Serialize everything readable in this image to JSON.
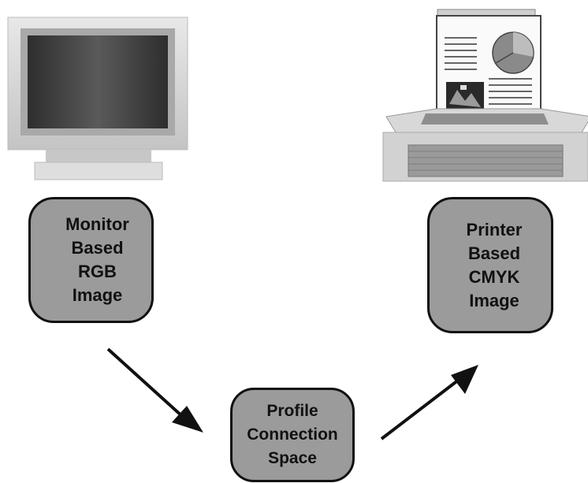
{
  "boxes": {
    "monitor": {
      "lines": [
        "Monitor",
        "Based",
        "RGB",
        "Image"
      ]
    },
    "printer": {
      "lines": [
        "Printer",
        "Based",
        "CMYK",
        "Image"
      ]
    },
    "pcs": {
      "lines": [
        "Profile",
        "Connection",
        "Space"
      ]
    }
  },
  "icons": {
    "monitor": "crt-monitor-icon",
    "printer": "printer-icon",
    "arrow_left": "arrow-down-right-icon",
    "arrow_right": "arrow-up-right-icon"
  },
  "colors": {
    "box_fill": "#9b9b9b",
    "outline": "#111111",
    "background": "#ffffff"
  }
}
